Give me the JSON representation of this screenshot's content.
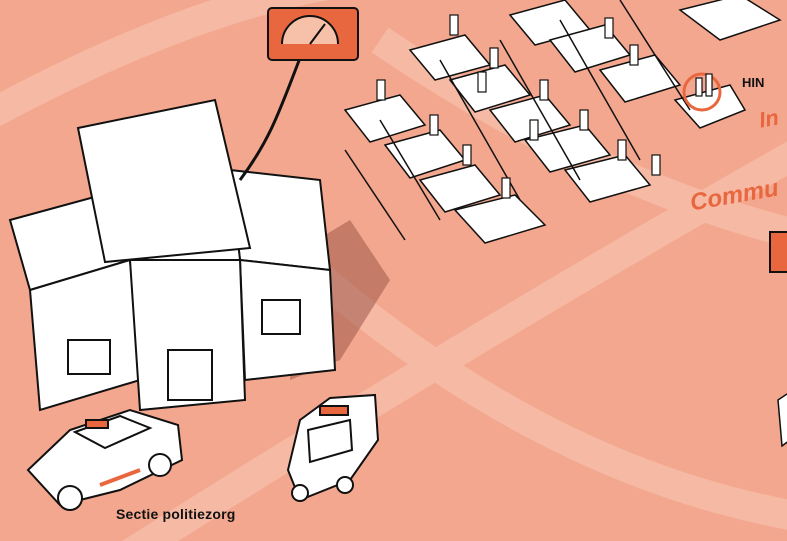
{
  "caption": {
    "label": "Sectie politiezorg"
  },
  "tag": {
    "hin": "HIN"
  },
  "partial_words": {
    "comm": "Commu",
    "in": "In"
  },
  "colors": {
    "background": "#f3a78e",
    "accent": "#e8673f",
    "ink": "#111111"
  }
}
